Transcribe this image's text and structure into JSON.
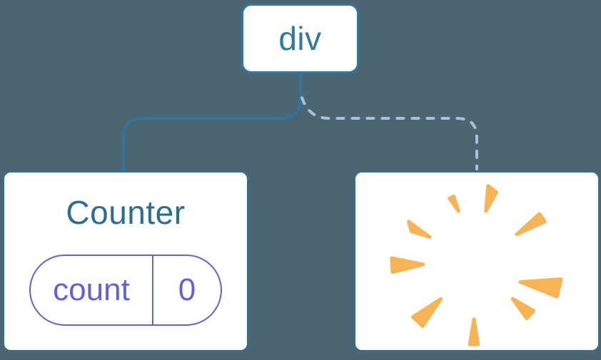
{
  "diagram": {
    "description": "React component tree diagram: root div with a kept Counter component (state count=0) and a removed component shown as a poof starburst",
    "root": {
      "label": "div"
    },
    "counter_card": {
      "title": "Counter",
      "state_key": "count",
      "state_value": "0"
    },
    "removed_card": {
      "icon": "poof-starburst-icon"
    },
    "connectors": {
      "kept_child": "solid",
      "removed_child": "dashed"
    }
  },
  "colors": {
    "background": "#4D6571",
    "node_blue": "#2E79A6",
    "line_blue": "#2A76A6",
    "dashed_blue": "#A3C4D8",
    "card_border_blue": "#2E7194",
    "title_blue": "#2C6D92",
    "state_purple": "#6262D6",
    "poof_orange": "#F7B455",
    "card_white": "#FFFFFF"
  }
}
